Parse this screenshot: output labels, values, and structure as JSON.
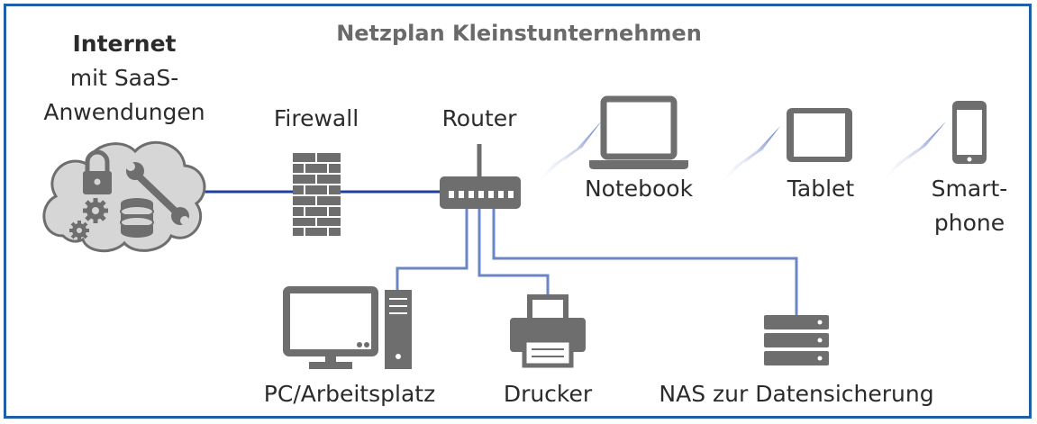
{
  "title": "Netzplan Kleinstunternehmen",
  "internet": {
    "label_bold": "Internet",
    "label_line2": "mit SaaS-",
    "label_line3": "Anwendungen"
  },
  "firewall": {
    "label": "Firewall"
  },
  "router": {
    "label": "Router"
  },
  "notebook": {
    "label": "Notebook"
  },
  "tablet": {
    "label": "Tablet"
  },
  "smartphone": {
    "label_line1": "Smart-",
    "label_line2": "phone"
  },
  "pc": {
    "label": "PC/Arbeitsplatz"
  },
  "printer": {
    "label": "Drucker"
  },
  "nas": {
    "label": "NAS zur Datensicherung"
  },
  "colors": {
    "frame": "#1e5fa8",
    "wan_link": "#1f3f9e",
    "lan_link": "#6b86c4",
    "device": "#6e6e6e",
    "cloud_fill": "#d6d6d6",
    "wireless": "#6b86c4"
  }
}
